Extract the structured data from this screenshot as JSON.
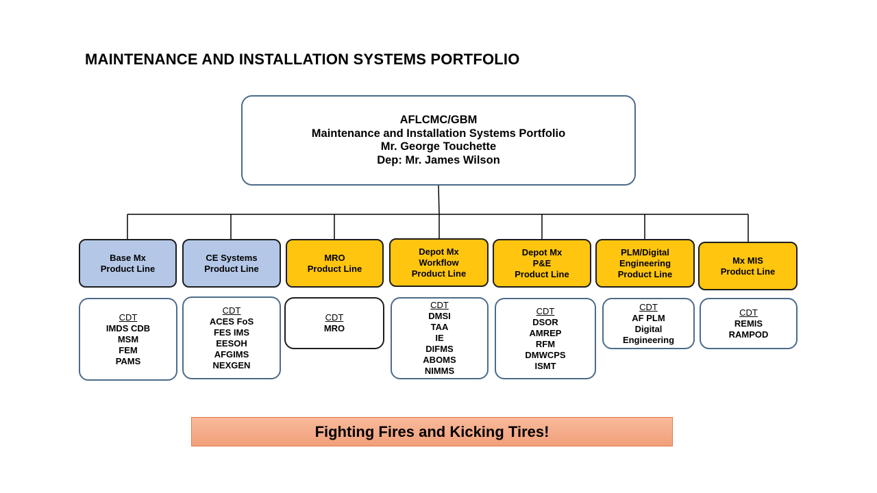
{
  "title": "MAINTENANCE AND INSTALLATION SYSTEMS PORTFOLIO",
  "top_box": {
    "lines": [
      "AFLCMC/GBM",
      "Maintenance and Installation  Systems Portfolio",
      "Mr. George Touchette",
      "Dep: Mr. James Wilson"
    ]
  },
  "colors": {
    "blue_product_line": "#b4c7e7",
    "yellow_product_line": "#ffc50f",
    "banner": "#f4a582"
  },
  "product_lines": [
    {
      "lines": [
        "Base  Mx",
        "Product Line"
      ],
      "color": "blue"
    },
    {
      "lines": [
        "CE Systems",
        "Product Line"
      ],
      "color": "blue"
    },
    {
      "lines": [
        "MRO",
        "Product Line"
      ],
      "color": "yellow"
    },
    {
      "lines": [
        "Depot Mx",
        "Workflow",
        "Product Line"
      ],
      "color": "yellow"
    },
    {
      "lines": [
        "Depot Mx",
        "P&E",
        "Product Line"
      ],
      "color": "yellow"
    },
    {
      "lines": [
        "PLM/Digital",
        "Engineering",
        "Product Line"
      ],
      "color": "yellow"
    },
    {
      "lines": [
        "Mx MIS",
        "Product Line"
      ],
      "color": "yellow"
    }
  ],
  "cdts": [
    {
      "header": "CDT",
      "items": [
        "IMDS CDB",
        "MSM",
        "FEM",
        "PAMS"
      ]
    },
    {
      "header": "CDT",
      "items": [
        "ACES FoS",
        "FES IMS",
        "EESOH",
        "AFGIMS",
        "NEXGEN"
      ]
    },
    {
      "header": "CDT",
      "items": [
        "MRO"
      ]
    },
    {
      "header": "CDT",
      "items": [
        "DMSI",
        "TAA",
        "IE",
        "DIFMS",
        "ABOMS",
        "NIMMS"
      ]
    },
    {
      "header": "CDT",
      "items": [
        "DSOR",
        "AMREP",
        "RFM",
        "DMWCPS",
        "ISMT"
      ]
    },
    {
      "header": "CDT",
      "items": [
        "AF PLM",
        "Digital",
        "Engineering"
      ]
    },
    {
      "header": "CDT",
      "items": [
        "REMIS",
        "RAMPOD"
      ]
    }
  ],
  "banner": "Fighting Fires and Kicking Tires!"
}
